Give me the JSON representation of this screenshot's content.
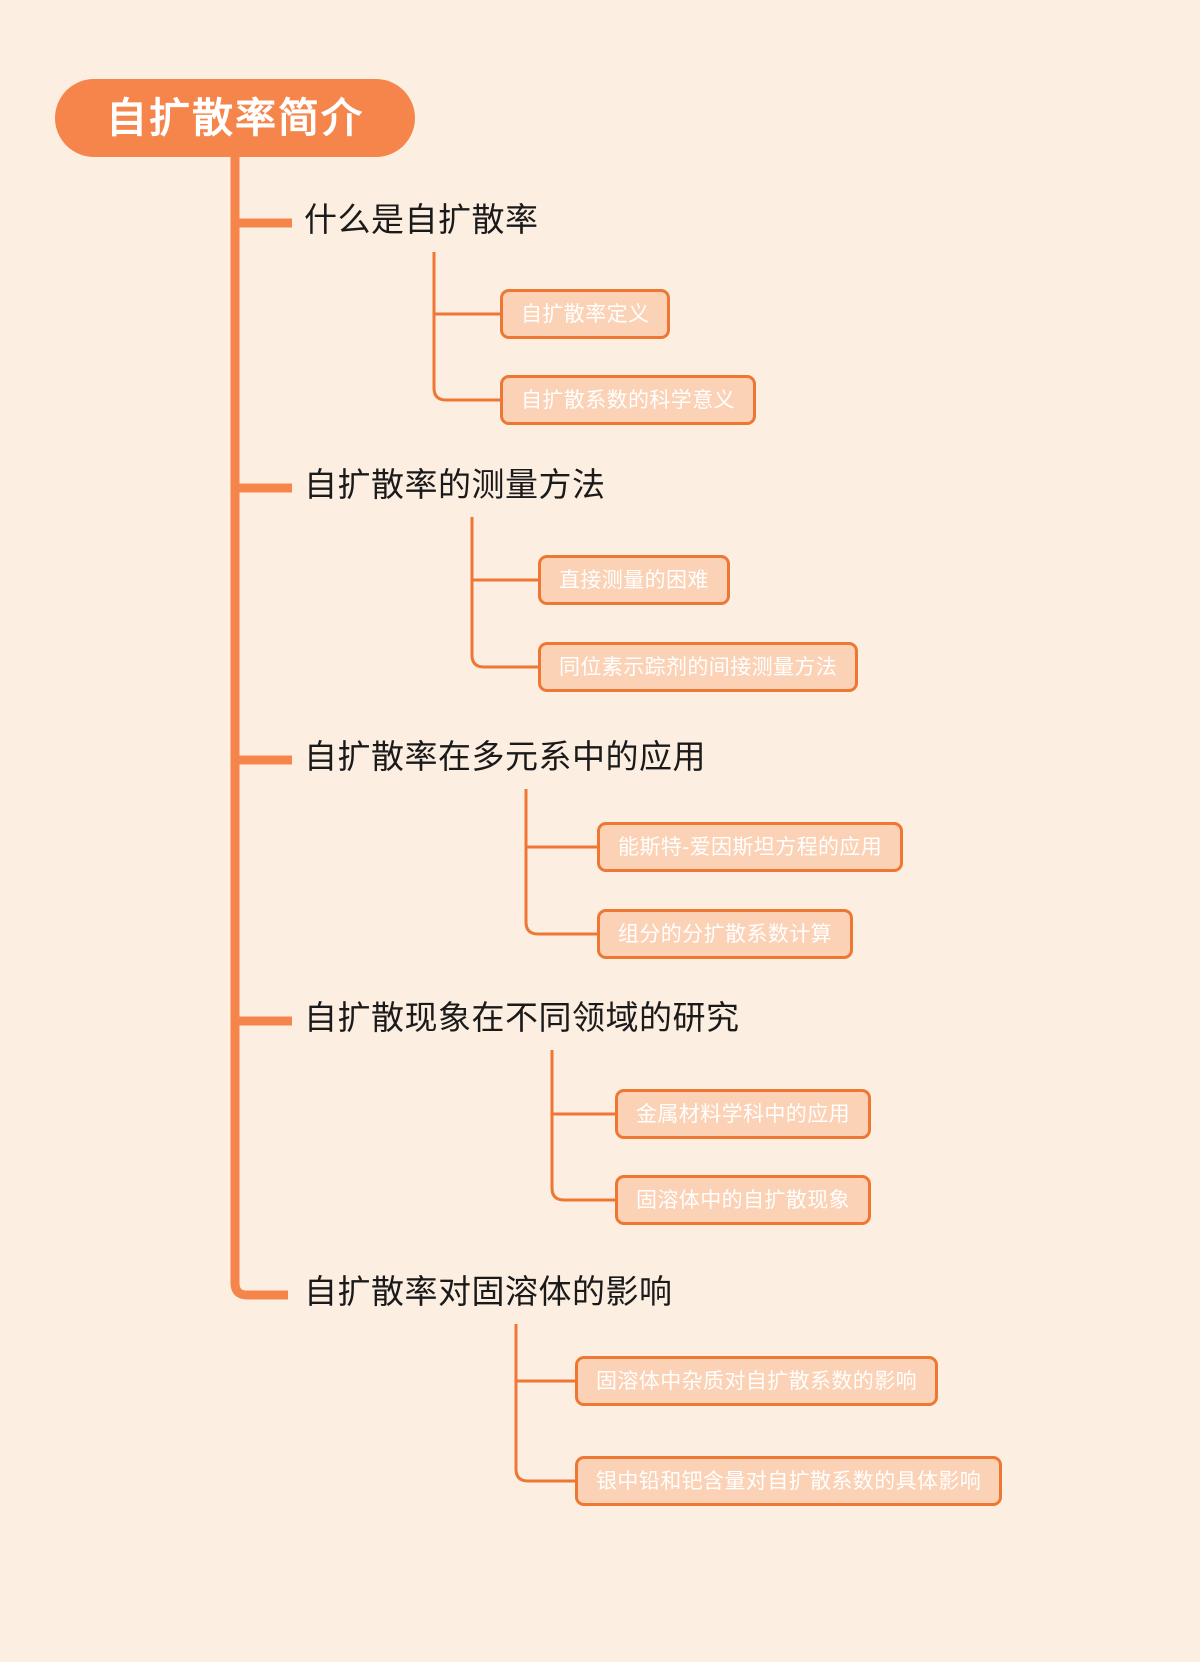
{
  "document": {
    "type": "mindmap",
    "title": "自扩散率简介",
    "background_color": "#FDEEE2"
  },
  "theme": {
    "root_fill": "#F5854A",
    "root_text": "#FFFFFF",
    "branch_line": "#F5854A",
    "sub_line": "#EE7733",
    "leaf_fill": "#FBD2B6",
    "leaf_border": "#EE7733",
    "leaf_text": "#FFFFFF",
    "topic_text": "#1A1A1A"
  },
  "root": {
    "label": "自扩散率简介"
  },
  "branches": [
    {
      "label": "什么是自扩散率",
      "children": [
        {
          "label": "自扩散率定义"
        },
        {
          "label": "自扩散系数的科学意义"
        }
      ]
    },
    {
      "label": "自扩散率的测量方法",
      "children": [
        {
          "label": "直接测量的困难"
        },
        {
          "label": "同位素示踪剂的间接测量方法"
        }
      ]
    },
    {
      "label": "自扩散率在多元系中的应用",
      "children": [
        {
          "label": "能斯特-爱因斯坦方程的应用"
        },
        {
          "label": "组分的分扩散系数计算"
        }
      ]
    },
    {
      "label": "自扩散现象在不同领域的研究",
      "children": [
        {
          "label": "金属材料学科中的应用"
        },
        {
          "label": "固溶体中的自扩散现象"
        }
      ]
    },
    {
      "label": "自扩散率对固溶体的影响",
      "children": [
        {
          "label": "固溶体中杂质对自扩散系数的影响"
        },
        {
          "label": "银中铅和钯含量对自扩散系数的具体影响"
        }
      ]
    }
  ]
}
